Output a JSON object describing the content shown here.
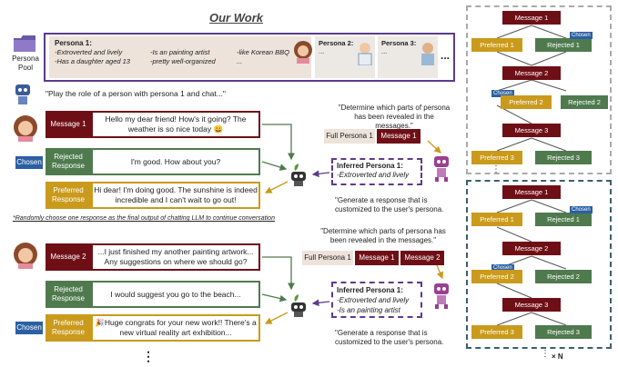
{
  "title": "Our Work",
  "persona_pool_label": "Persona\nPool",
  "persona1": {
    "header": "Persona 1:",
    "traits": [
      "-Extroverted and lively",
      "-Is an painting artist",
      "-like Korean BBQ",
      "-Has a daughter aged 13",
      "-pretty well-organized",
      "..."
    ]
  },
  "persona2": {
    "header": "Persona 2:",
    "body": "..."
  },
  "persona3": {
    "header": "Persona 3:",
    "body": "..."
  },
  "more": "...",
  "instruction": "\"Play the role of a person with persona 1 and chat...\"",
  "round1": {
    "message_label": "Message 1",
    "message": "Hello my dear friend! How's it going? The weather is so nice today 😀",
    "rejected_label": "Rejected Response",
    "rejected": "I'm good. How about you?",
    "preferred_label": "Preferred Response",
    "preferred": "Hi dear! I'm doing good. The sunshine is indeed incredible and I can't wait to go out!",
    "chosen": "Chosen",
    "determine": "\"Determine which parts of persona has been revealed in the messages.\"",
    "full_persona": "Full Persona 1",
    "msg_chip1": "Message 1",
    "inferred_title": "Inferred Persona 1:",
    "inferred_items": [
      "-Extroverted and lively"
    ],
    "generate": "\"Generate a response that is customized to the user's persona."
  },
  "footnote": "*Randomly choose one response as the final output of chatting LLM to continue conversation",
  "round2": {
    "message_label": "Message 2",
    "message": "...I just finished my another painting artwork... Any suggestions on where we should go?",
    "rejected_label": "Rejected Response",
    "rejected": "I would suggest you go to the beach...",
    "preferred_label": "Preferred Response",
    "preferred": "🎉Huge congrats for your new work!! There's a new virtual reality art exhibition...",
    "chosen": "Chosen",
    "determine": "\"Determine which parts of persona has been revealed in the messages.\"",
    "full_persona": "Full Persona 1",
    "msg_chip1": "Message 1",
    "msg_chip2": "Message 2",
    "inferred_title": "Inferred Persona 1:",
    "inferred_items": [
      "-Extroverted and lively",
      "-Is an painting artist"
    ],
    "generate": "\"Generate a response that is customized to the user's persona."
  },
  "bottom_dots": "⋮",
  "tree1": {
    "message1": "Message 1",
    "preferred1": "Preferred 1",
    "rejected1": "Rejected 1",
    "chosen1": "Chosen",
    "message2": "Message 2",
    "preferred2": "Preferred 2",
    "rejected2": "Rejected 2",
    "chosen2": "Chosen",
    "message3": "Message 3",
    "preferred3": "Preferred 3",
    "rejected3": "Rejected 3",
    "dots": "⋮"
  },
  "tree2": {
    "message1": "Message 1",
    "preferred1": "Preferred 1",
    "rejected1": "Rejected 1",
    "chosen1": "Chosen",
    "message2": "Message 2",
    "preferred2": "Preferred 2",
    "rejected2": "Rejected 2",
    "chosen2": "Chosen",
    "message3": "Message 3",
    "preferred3": "Preferred 3",
    "rejected3": "Rejected 3",
    "dots": "⋮"
  },
  "times_n": "× N",
  "colors": {
    "maroon": "#6e0f16",
    "green": "#4f7a4e",
    "gold": "#c99a1c",
    "blue": "#2a5fa3",
    "purple": "#5b3b8c"
  }
}
